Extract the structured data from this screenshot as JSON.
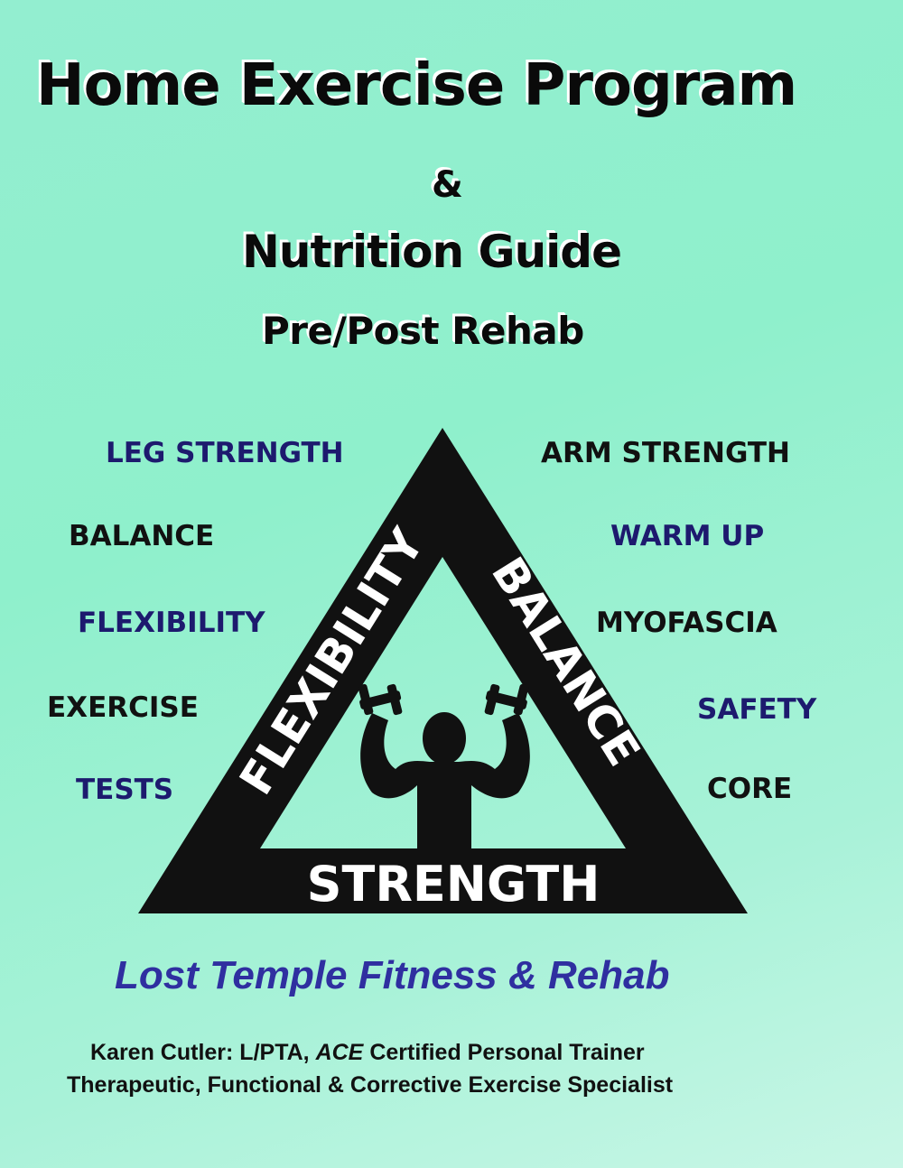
{
  "cover": {
    "title": "Home Exercise Program",
    "ampersand": "&",
    "subtitle": "Nutrition Guide",
    "subtitle2": "Pre/Post Rehab"
  },
  "keywords_left": [
    "LEG STRENGTH",
    "BALANCE",
    "FLEXIBILITY",
    "EXERCISE",
    "TESTS"
  ],
  "keywords_right": [
    "ARM STRENGTH",
    "WARM UP",
    "MYOFASCIA",
    "SAFETY",
    "CORE"
  ],
  "triangle": {
    "left_side": "FLEXIBILITY",
    "right_side": "BALANCE",
    "base": "STRENGTH",
    "center_icon": "weightlifter-silhouette-icon"
  },
  "brand": "Lost Temple Fitness & Rehab",
  "credits": {
    "line1_name": "Karen Cutler:  L/PTA,",
    "line1_ace": "ACE",
    "line1_rest": " Certified Personal Trainer",
    "line2": "Therapeutic, Functional & Corrective Exercise Specialist"
  },
  "colors": {
    "background": "#93eed0",
    "navy_text": "#1d1a6e",
    "brand_text": "#2f2fa0",
    "triangle": "#111111"
  }
}
